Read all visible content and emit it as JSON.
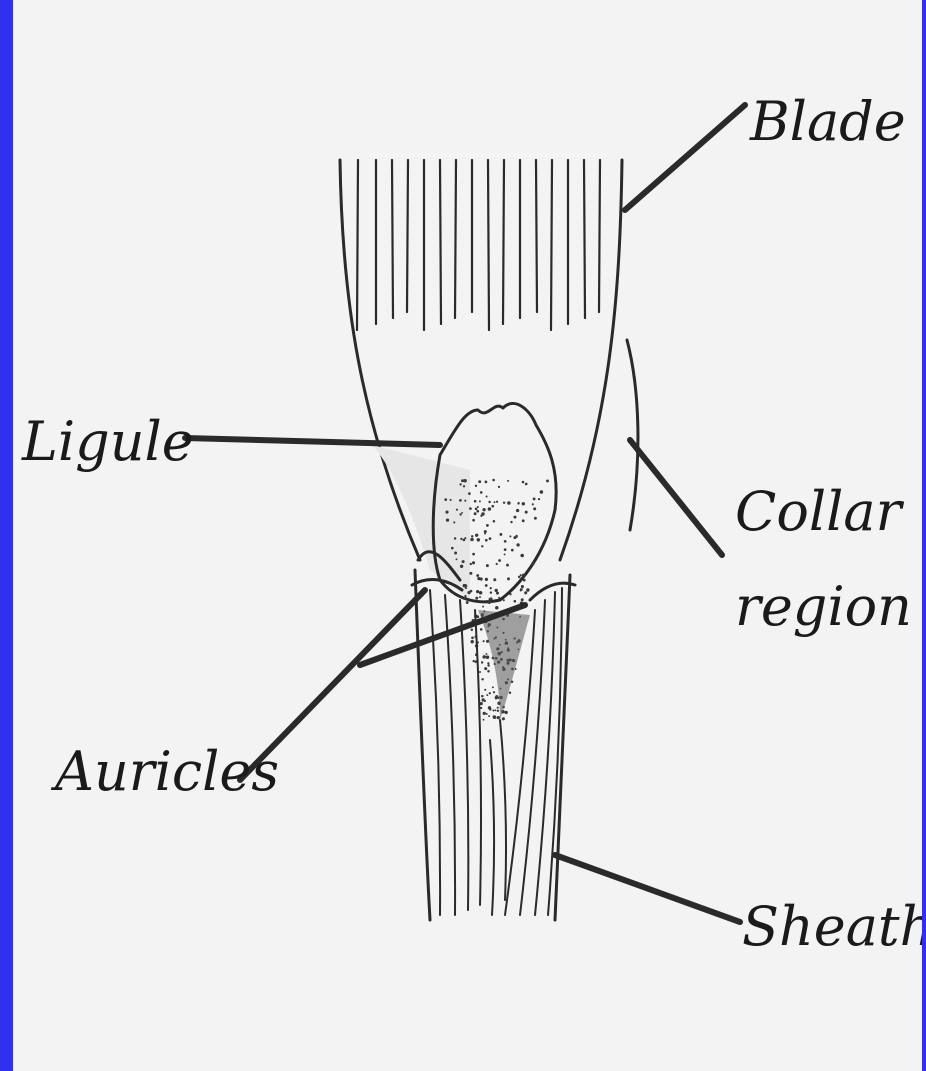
{
  "labels": {
    "blade": "Blade",
    "ligule": "Ligule",
    "collar_line1": "Collar",
    "collar_line2": "region",
    "auricles": "Auricles",
    "sheath": "Sheath"
  },
  "colors": {
    "border": "#3030f0",
    "background": "#f3f3f3",
    "ink": "#2a2a2a",
    "ligule_fill": "#e3e3e3"
  }
}
